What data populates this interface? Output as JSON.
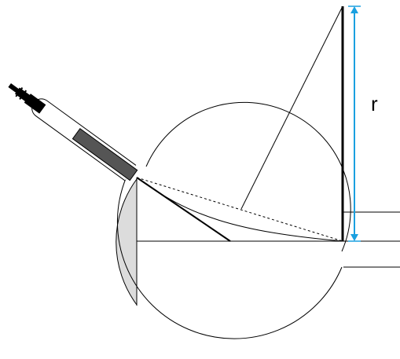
{
  "diagram": {
    "radius_label": "r",
    "colors": {
      "stroke": "#000000",
      "radius_arrow": "#1aa0e0",
      "shaded_segment": "#dcdcdc",
      "probe_body": "#555555",
      "background": "#ffffff"
    },
    "elements": [
      "circular-vessel",
      "side-outlet-tube",
      "probe",
      "vertical-rod",
      "radius-arrow",
      "dashed-line",
      "curved-deflected-line"
    ]
  }
}
